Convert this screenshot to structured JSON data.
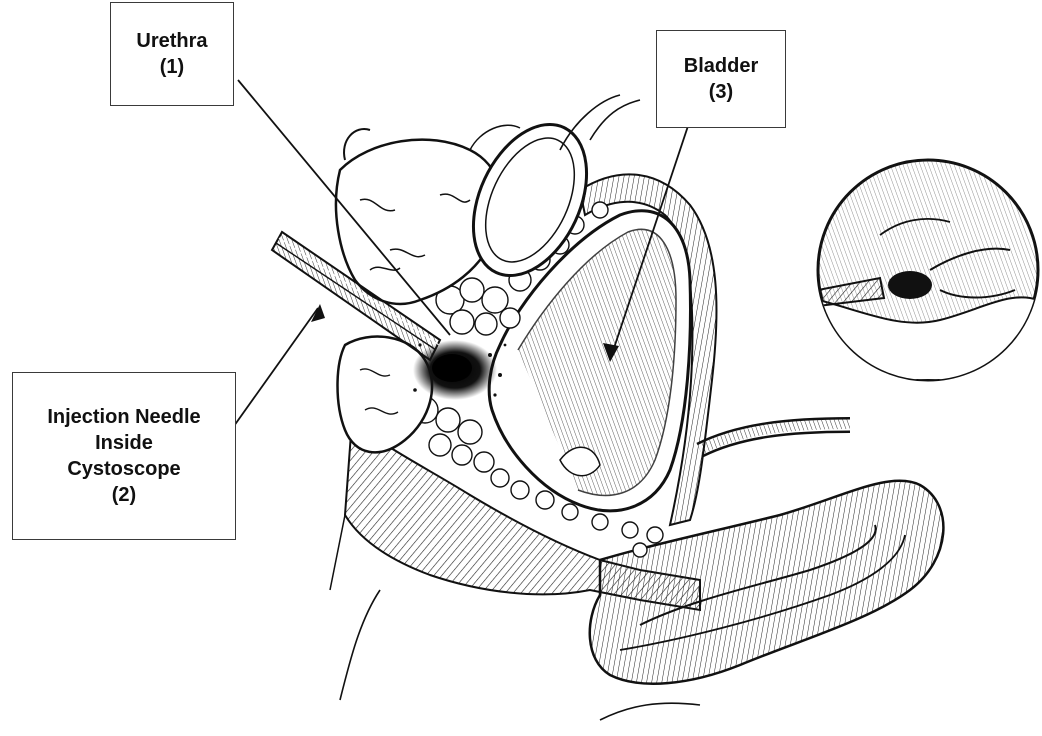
{
  "labels": {
    "urethra": {
      "name": "Urethra",
      "number": "(1)"
    },
    "needle": {
      "line1": "Injection Needle",
      "line2": "Inside",
      "line3": "Cystoscope",
      "number": "(2)"
    },
    "bladder": {
      "name": "Bladder",
      "number": "(3)"
    }
  },
  "colors": {
    "ink": "#111111",
    "background": "#ffffff"
  }
}
